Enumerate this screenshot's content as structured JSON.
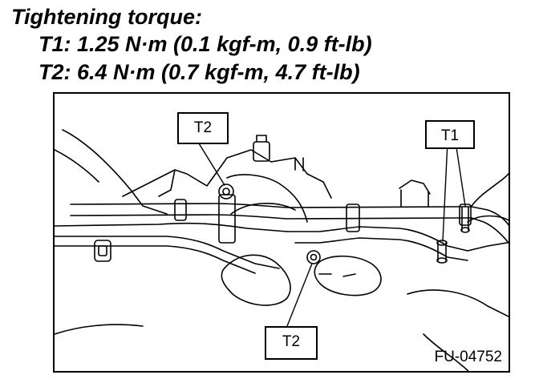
{
  "heading": "Tightening torque:",
  "specs": [
    {
      "text": "T1: 1.25 N·m (0.1 kgf-m, 0.9 ft-lb)"
    },
    {
      "text": "T2: 6.4 N·m (0.7 kgf-m, 4.7 ft-lb)"
    }
  ],
  "callouts": {
    "t2_top": "T2",
    "t1": "T1",
    "t2_bottom": "T2"
  },
  "figure_code": "FU-04752"
}
